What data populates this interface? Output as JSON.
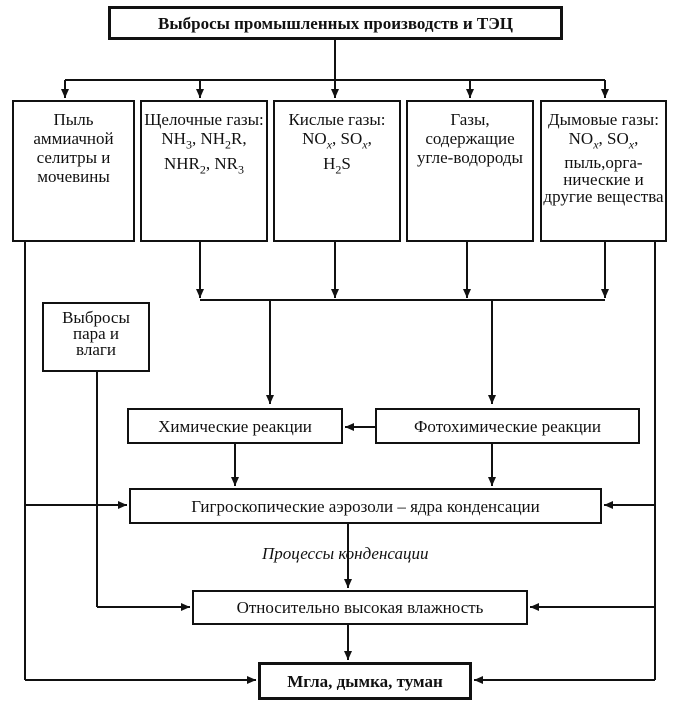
{
  "title": "Выбросы промышленных производств и ТЭЦ",
  "sources": [
    {
      "label": "Пыль аммиачной селитры и мочевины"
    },
    {
      "label": "Щелочные газы:",
      "formula_lines": [
        [
          [
            "NH",
            ""
          ],
          [
            "3",
            "sub"
          ],
          [
            ", NH",
            ""
          ],
          [
            "2",
            "sub"
          ],
          [
            "R,",
            ""
          ]
        ],
        [
          [
            "NHR",
            ""
          ],
          [
            "2",
            "sub"
          ],
          [
            ", NR",
            ""
          ],
          [
            "3",
            "sub"
          ]
        ]
      ]
    },
    {
      "label": "Кислые газы:",
      "formula_lines": [
        [
          [
            "NO",
            ""
          ],
          [
            "x",
            "subi"
          ],
          [
            ", SO",
            ""
          ],
          [
            "x",
            "subi"
          ],
          [
            ",",
            ""
          ]
        ],
        [
          [
            "H",
            ""
          ],
          [
            "2",
            "sub"
          ],
          [
            "S",
            ""
          ]
        ]
      ]
    },
    {
      "label": "Газы, содержащие угле-водороды"
    },
    {
      "label": "Дымовые газы:",
      "formula_lines": [
        [
          [
            "NO",
            ""
          ],
          [
            "x",
            "subi"
          ],
          [
            ", SO",
            ""
          ],
          [
            "x",
            "subi"
          ],
          [
            ",",
            ""
          ]
        ]
      ],
      "tail": "пыль,орга-нические и другие вещества"
    }
  ],
  "steam": "Выбросы пара и влаги",
  "chem": "Химические реакции",
  "photo": "Фотохимические реакции",
  "aerosol": "Гигроскопические аэрозоли – ядра конденсации",
  "process_label": "Процессы конденсации",
  "humidity": "Относительно высокая влажность",
  "result": "Мгла, дымка, туман"
}
